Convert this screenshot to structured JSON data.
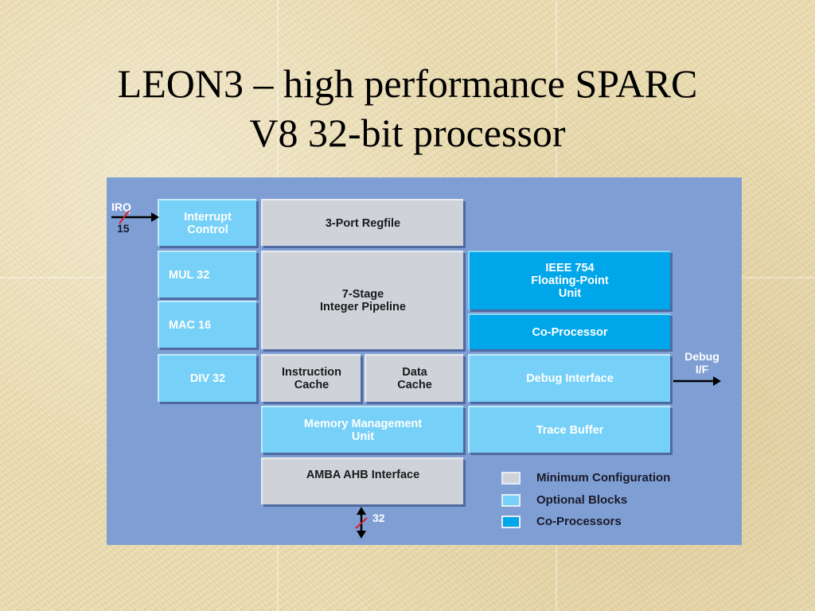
{
  "slide": {
    "title_line1": "LEON3 – high performance SPARC",
    "title_line2": "V8 32-bit processor"
  },
  "diagram": {
    "blocks": {
      "interrupt_control": "Interrupt\nControl",
      "mul32": "MUL 32",
      "mac16": "MAC 16",
      "div32": "DIV 32",
      "regfile": "3-Port Regfile",
      "pipeline": "7-Stage\nInteger Pipeline",
      "icache": "Instruction\nCache",
      "dcache": "Data\nCache",
      "mmu": "Memory Management\nUnit",
      "amba": "AMBA AHB Interface",
      "fpu": "IEEE 754\nFloating-Point\nUnit",
      "coprocessor": "Co-Processor",
      "debug_interface": "Debug Interface",
      "trace_buffer": "Trace Buffer"
    },
    "signals": {
      "irq": "IRQ",
      "irq_width": "15",
      "debug": "Debug\nI/F",
      "bus_width": "32"
    },
    "legend": [
      {
        "label": "Minimum Configuration",
        "color": "#cfd2d9"
      },
      {
        "label": "Optional Blocks",
        "color": "#76d0f7"
      },
      {
        "label": "Co-Processors",
        "color": "#00a6ea"
      }
    ]
  }
}
